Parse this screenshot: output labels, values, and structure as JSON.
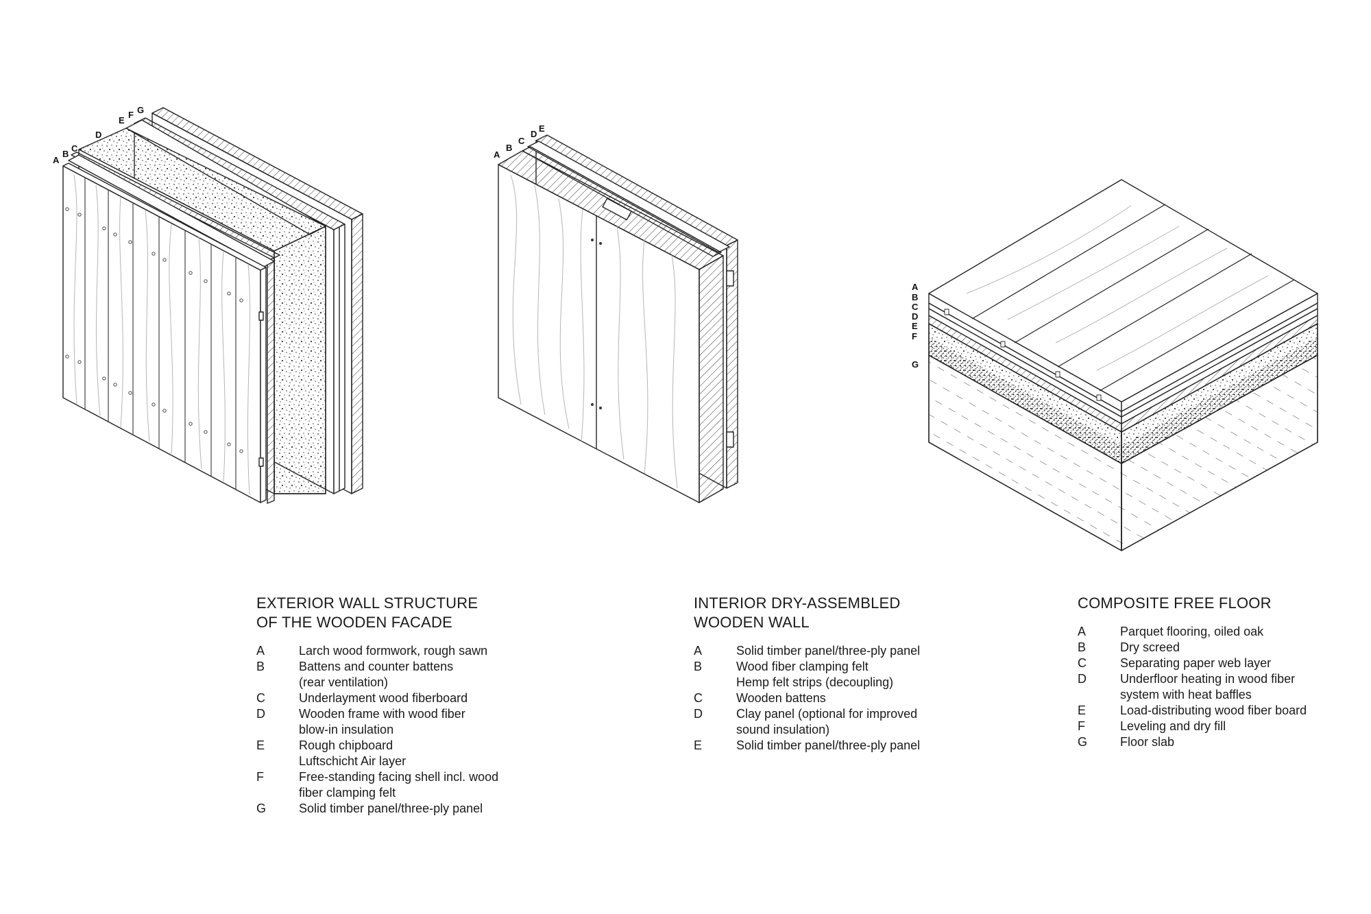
{
  "diagrams": [
    {
      "title_lines": [
        "EXTERIOR WALL STRUCTURE",
        "OF THE WOODEN FACADE"
      ],
      "layer_tags": [
        "A",
        "B",
        "C",
        "D",
        "E",
        "F",
        "G"
      ],
      "items": [
        {
          "letter": "A",
          "lines": [
            "Larch wood formwork, rough sawn"
          ]
        },
        {
          "letter": "B",
          "lines": [
            "Battens and counter battens",
            "(rear ventilation)"
          ]
        },
        {
          "letter": "C",
          "lines": [
            "Underlayment wood fiberboard"
          ]
        },
        {
          "letter": "D",
          "lines": [
            "Wooden frame with wood fiber",
            "blow-in insulation"
          ]
        },
        {
          "letter": "E",
          "lines": [
            "Rough chipboard",
            "Luftschicht Air layer"
          ]
        },
        {
          "letter": "F",
          "lines": [
            "Free-standing facing shell incl. wood",
            "fiber clamping felt"
          ]
        },
        {
          "letter": "G",
          "lines": [
            "Solid timber panel/three-ply panel"
          ]
        }
      ]
    },
    {
      "title_lines": [
        "INTERIOR DRY-ASSEMBLED",
        "WOODEN WALL"
      ],
      "layer_tags": [
        "A",
        "B",
        "C",
        "D",
        "E"
      ],
      "items": [
        {
          "letter": "A",
          "lines": [
            "Solid timber panel/three-ply panel"
          ]
        },
        {
          "letter": "B",
          "lines": [
            "Wood fiber clamping felt",
            "Hemp felt strips (decoupling)"
          ]
        },
        {
          "letter": "C",
          "lines": [
            "Wooden battens"
          ]
        },
        {
          "letter": "D",
          "lines": [
            "Clay panel (optional for improved",
            "sound insulation)"
          ]
        },
        {
          "letter": "E",
          "lines": [
            "Solid timber panel/three-ply panel"
          ]
        }
      ]
    },
    {
      "title_lines": [
        "COMPOSITE FREE FLOOR"
      ],
      "layer_tags": [
        "A",
        "B",
        "C",
        "D",
        "E",
        "F",
        "G"
      ],
      "items": [
        {
          "letter": "A",
          "lines": [
            "Parquet flooring, oiled oak"
          ]
        },
        {
          "letter": "B",
          "lines": [
            "Dry screed"
          ]
        },
        {
          "letter": "C",
          "lines": [
            "Separating paper web layer"
          ]
        },
        {
          "letter": "D",
          "lines": [
            "Underfloor heating in wood fiber",
            "system with heat baffles"
          ]
        },
        {
          "letter": "E",
          "lines": [
            "Load-distributing wood fiber board"
          ]
        },
        {
          "letter": "F",
          "lines": [
            "Leveling and dry fill"
          ]
        },
        {
          "letter": "G",
          "lines": [
            "Floor slab"
          ]
        }
      ]
    }
  ],
  "colors": {
    "line": "#222222",
    "grain": "#b5b5b5",
    "paper": "#ffffff"
  }
}
